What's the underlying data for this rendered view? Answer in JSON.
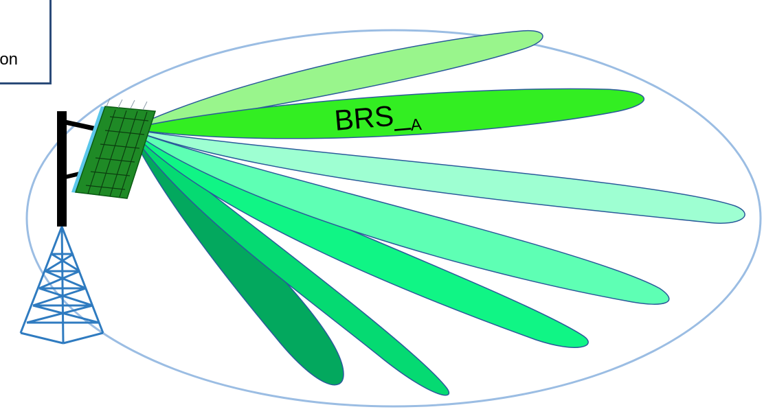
{
  "caption": {
    "visible_text": "ion"
  },
  "beam_label": {
    "main": "BRS_",
    "subscript": "A"
  },
  "colors": {
    "coverage_ellipse": "#9bbde3",
    "beam_outline": "#2a5a9a",
    "beam_fills": [
      "#99f58c",
      "#33ee22",
      "#9effd2",
      "#5effb4",
      "#10f585",
      "#05da72",
      "#03a85e"
    ],
    "panel_green": "#1f8a26",
    "mast": "#000000",
    "tower_blue": "#2f7bc0",
    "caption_border": "#2a4a78"
  },
  "icons": [
    "antenna-panel-icon",
    "cell-tower-icon"
  ]
}
